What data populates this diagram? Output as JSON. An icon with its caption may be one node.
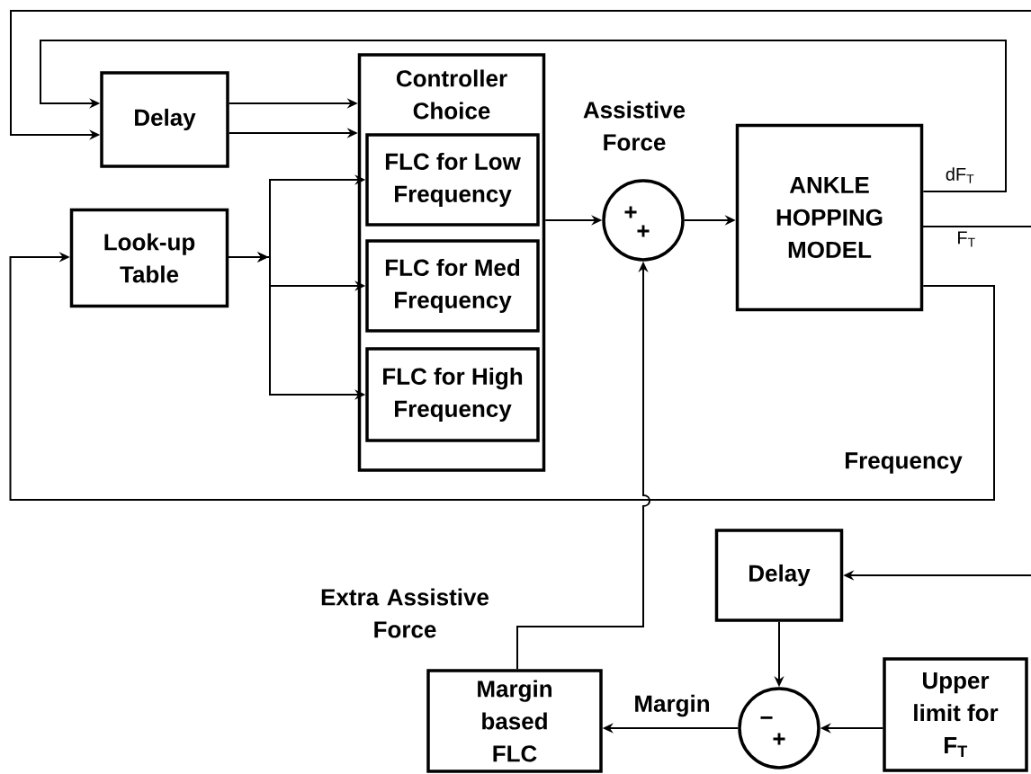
{
  "diagram": {
    "nodes": [
      {
        "text": [
          "Delay"
        ]
      },
      {
        "text": [
          "Look-up Table"
        ]
      },
      {
        "text": [
          "Controller Choice"
        ]
      },
      {
        "text": [
          "FLC for Low Frequency"
        ],
        "in": 2
      },
      {
        "text": [
          "FLC for Med Frequency"
        ],
        "in": 2
      },
      {
        "text": [
          "FLC for High Frequency"
        ],
        "in": 2
      },
      {
        "text": [
          "+",
          "+"
        ],
        "beside": [
          "Assistive Force"
        ]
      },
      {
        "text": [
          "ANKLE HOPPING MODEL"
        ]
      },
      {
        "text": [
          "Delay"
        ]
      },
      {
        "text": [
          "−",
          "+"
        ]
      },
      {
        "text": [
          "Upper limit for F$_{T}$"
        ]
      },
      {
        "text": [
          "Margin based FLC"
        ]
      }
    ],
    "edges": [
      {
        "from": 7,
        "to": 0,
        "arrow": "to",
        "label": "dF$_{T}$"
      },
      {
        "from": 7,
        "to": 0,
        "arrow": "to",
        "label": "F$_{T}$"
      },
      {
        "from": 7,
        "to": 8,
        "arrow": "to"
      },
      {
        "from": 0,
        "to": 2,
        "arrow": "to"
      },
      {
        "from": 0,
        "to": 2,
        "arrow": "to"
      },
      {
        "from": 1,
        "to": 3,
        "arrow": "to"
      },
      {
        "from": 1,
        "to": 4,
        "arrow": "to"
      },
      {
        "from": 1,
        "to": 5,
        "arrow": "to"
      },
      {
        "from": 7,
        "to": 1,
        "arrow": "to",
        "label": "Frequency"
      },
      {
        "from": 2,
        "to": 6,
        "arrow": "to"
      },
      {
        "from": 6,
        "to": 7,
        "arrow": "to"
      },
      {
        "from": 11,
        "to": 6,
        "arrow": "to",
        "label": "Extra Assistive Force"
      },
      {
        "from": 8,
        "to": 9,
        "arrow": "to"
      },
      {
        "from": 10,
        "to": 9,
        "arrow": "to"
      },
      {
        "from": 9,
        "to": 11,
        "arrow": "to",
        "label": "Margin"
      }
    ]
  }
}
